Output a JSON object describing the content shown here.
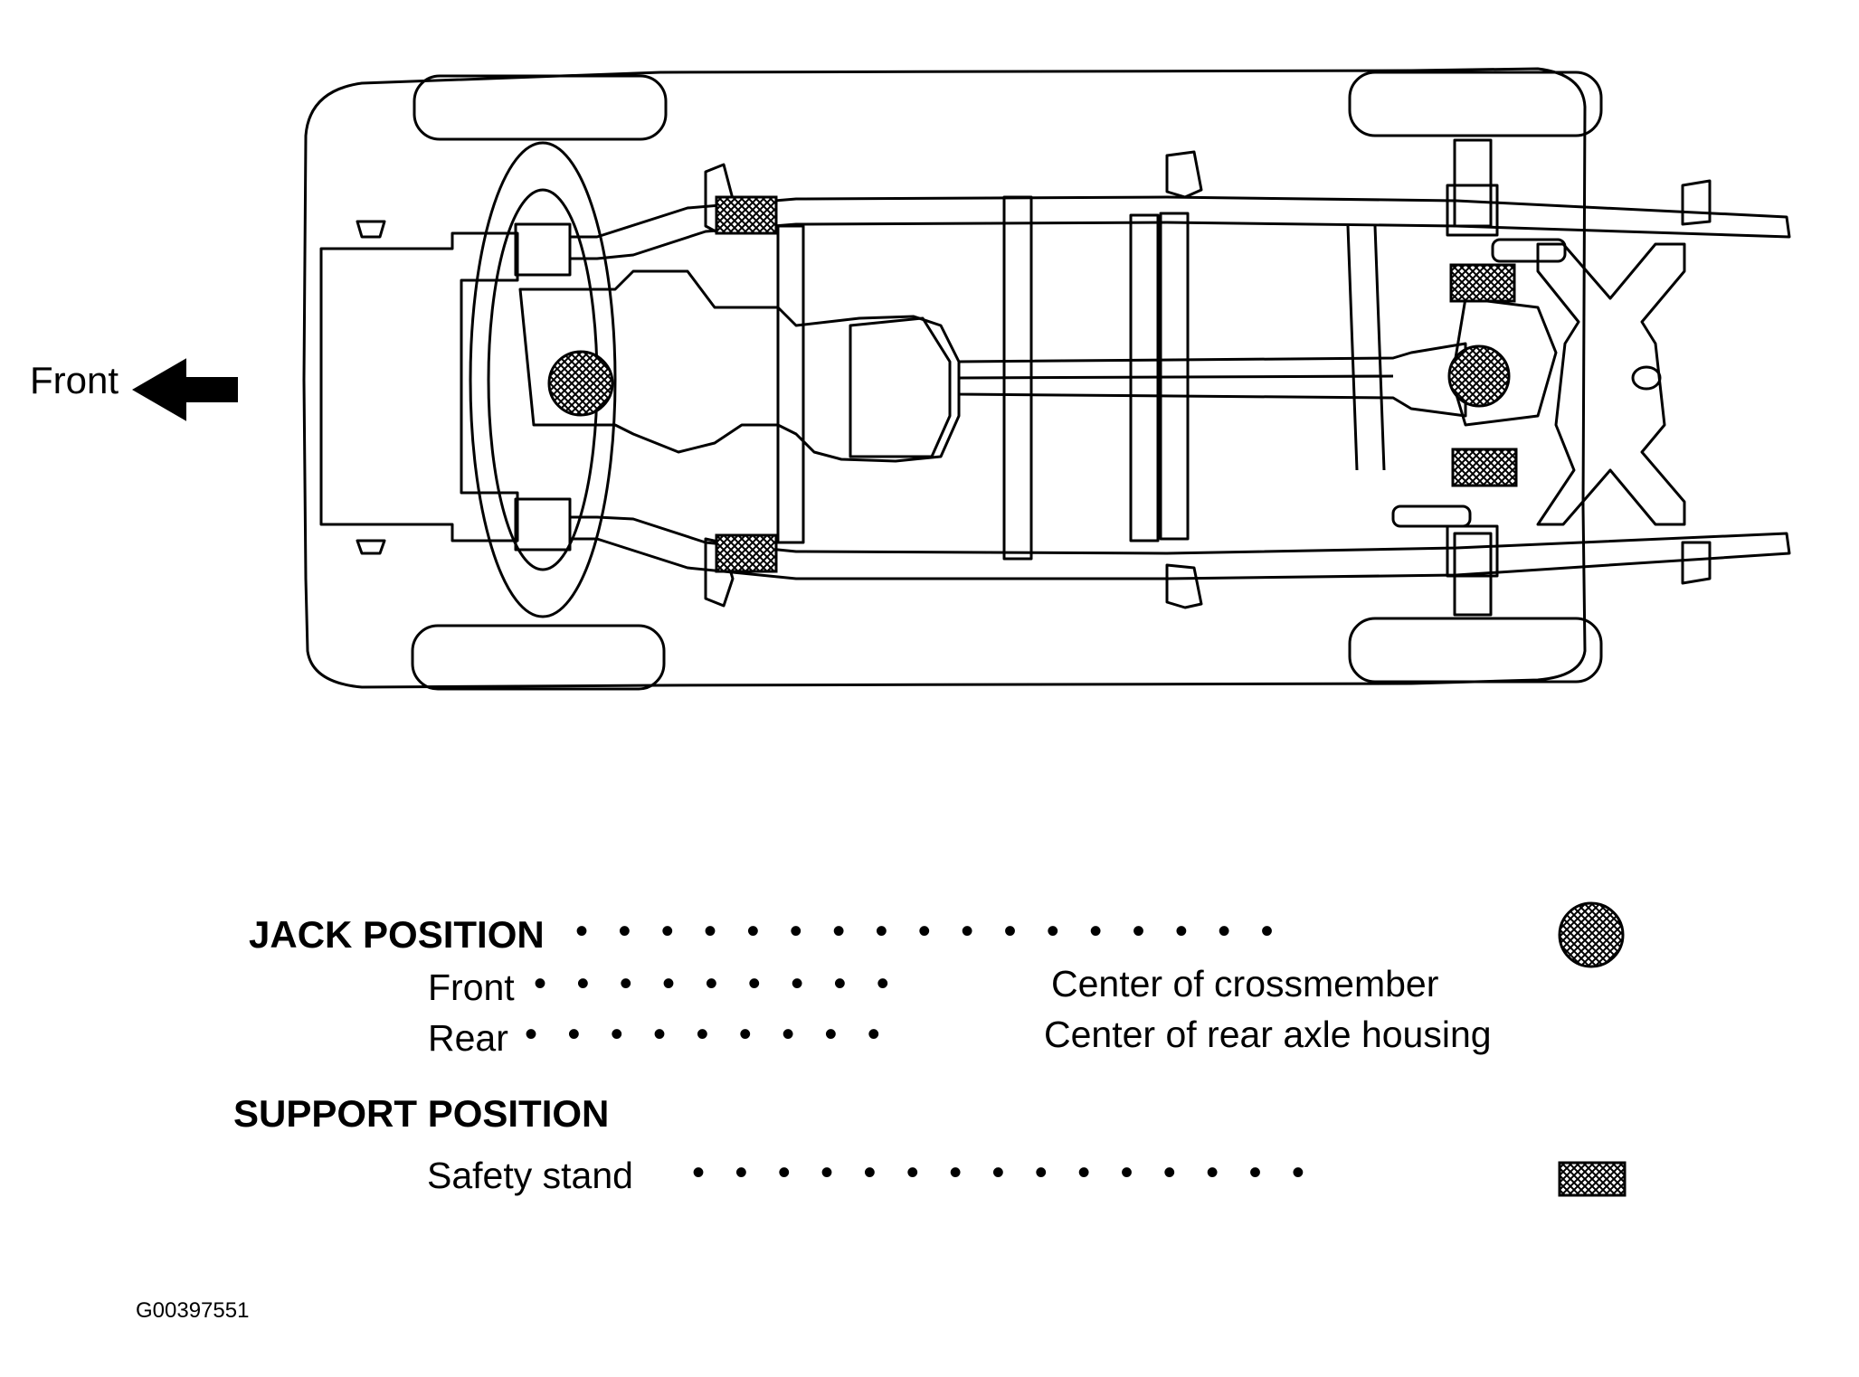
{
  "diagram": {
    "direction_label": "Front",
    "direction_icon": "left-arrow-icon",
    "vehicle_view": "underside",
    "jack_point_marker": "crosshatched-circle",
    "support_point_marker": "crosshatched-rectangle"
  },
  "legend": {
    "jack": {
      "heading": "JACK POSITION",
      "rows": [
        {
          "label": "Front",
          "value": "Center of crossmember"
        },
        {
          "label": "Rear",
          "value": "Center of rear axle housing"
        }
      ]
    },
    "support": {
      "heading": "SUPPORT POSITION",
      "rows": [
        {
          "label": "Safety stand"
        }
      ]
    }
  },
  "figure_id": "G00397551",
  "colors": {
    "line": "#000000",
    "background": "#ffffff"
  }
}
